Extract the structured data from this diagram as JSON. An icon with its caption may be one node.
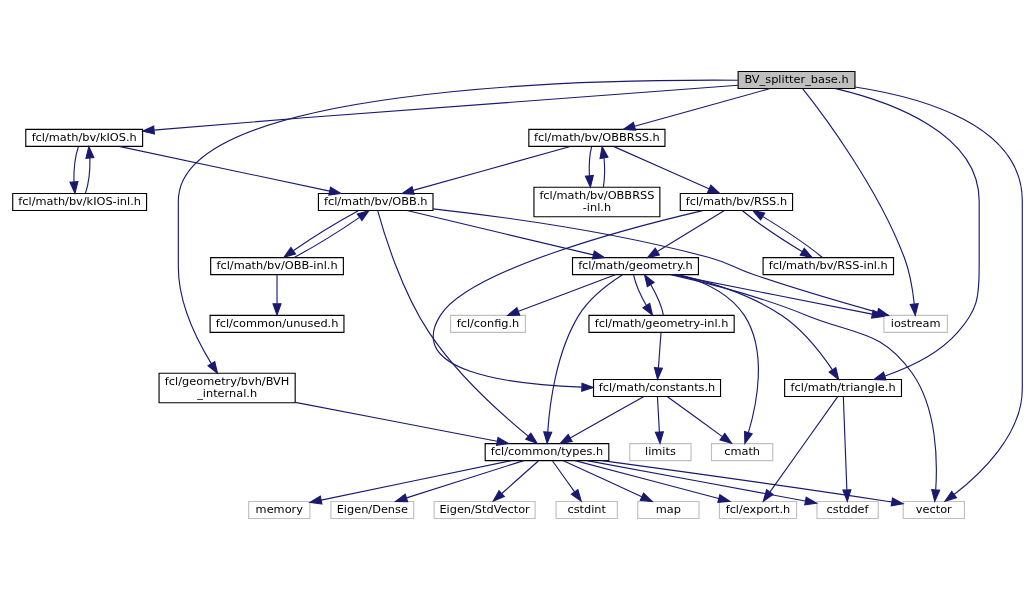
{
  "diagram": {
    "nodes": [
      {
        "text": [
          "BV_splitter_base.h"
        ]
      },
      {
        "text": [
          "fcl/math/bv/kIOS.h"
        ]
      },
      {
        "text": [
          "fcl/math/bv/OBBRSS.h"
        ]
      },
      {
        "text": [
          "fcl/math/bv/kIOS-inl.h"
        ]
      },
      {
        "text": [
          "fcl/math/bv/OBB.h"
        ]
      },
      {
        "text": [
          "fcl/math/bv/OBBRSS -inl.h"
        ]
      },
      {
        "text": [
          "fcl/math/bv/RSS.h"
        ]
      },
      {
        "text": [
          "fcl/math/bv/OBB-inl.h"
        ]
      },
      {
        "text": [
          "fcl/math/geometry.h"
        ]
      },
      {
        "text": [
          "fcl/math/bv/RSS-inl.h"
        ]
      },
      {
        "text": [
          "fcl/common/unused.h"
        ]
      },
      {
        "text": [
          "iostream"
        ]
      },
      {
        "text": [
          "fcl/config.h"
        ]
      },
      {
        "text": [
          "fcl/math/geometry-inl.h"
        ]
      },
      {
        "text": [
          "fcl/math/triangle.h"
        ]
      },
      {
        "text": [
          "fcl/geometry/bvh/BVH _internal.h"
        ]
      },
      {
        "text": [
          "fcl/math/constants.h"
        ]
      },
      {
        "text": [
          "fcl/common/types.h"
        ]
      },
      {
        "text": [
          "cmath"
        ]
      },
      {
        "text": [
          "limits"
        ]
      },
      {
        "text": [
          "cstddef"
        ]
      },
      {
        "text": [
          "fcl/export.h"
        ]
      },
      {
        "text": [
          "memory"
        ]
      },
      {
        "text": [
          "Eigen/Dense"
        ]
      },
      {
        "text": [
          "Eigen/StdVector"
        ]
      },
      {
        "text": [
          "cstdint"
        ]
      },
      {
        "text": [
          "map"
        ]
      },
      {
        "text": [
          "vector"
        ]
      }
    ],
    "edges": [
      {
        "from": 0,
        "to": 1,
        "arrow": "to"
      },
      {
        "from": 0,
        "to": 2,
        "arrow": "to"
      },
      {
        "from": 0,
        "to": 11,
        "arrow": "to"
      },
      {
        "from": 0,
        "to": 14,
        "arrow": "to"
      },
      {
        "from": 0,
        "to": 15,
        "arrow": "to"
      },
      {
        "from": 0,
        "to": 27,
        "arrow": "to"
      },
      {
        "from": 1,
        "to": 3,
        "arrow": "to"
      },
      {
        "from": 1,
        "to": 4,
        "arrow": "to"
      },
      {
        "from": 3,
        "to": 1,
        "arrow": "to"
      },
      {
        "from": 2,
        "to": 4,
        "arrow": "to"
      },
      {
        "from": 2,
        "to": 5,
        "arrow": "to"
      },
      {
        "from": 2,
        "to": 6,
        "arrow": "to"
      },
      {
        "from": 5,
        "to": 2,
        "arrow": "to"
      },
      {
        "from": 4,
        "to": 7,
        "arrow": "to"
      },
      {
        "from": 4,
        "to": 8,
        "arrow": "to"
      },
      {
        "from": 4,
        "to": 11,
        "arrow": "to"
      },
      {
        "from": 4,
        "to": 17,
        "arrow": "to"
      },
      {
        "from": 7,
        "to": 4,
        "arrow": "to"
      },
      {
        "from": 7,
        "to": 10,
        "arrow": "to"
      },
      {
        "from": 6,
        "to": 8,
        "arrow": "to"
      },
      {
        "from": 6,
        "to": 9,
        "arrow": "to"
      },
      {
        "from": 6,
        "to": 16,
        "arrow": "to"
      },
      {
        "from": 9,
        "to": 6,
        "arrow": "to"
      },
      {
        "from": 8,
        "to": 11,
        "arrow": "to"
      },
      {
        "from": 8,
        "to": 12,
        "arrow": "to"
      },
      {
        "from": 8,
        "to": 13,
        "arrow": "to"
      },
      {
        "from": 8,
        "to": 14,
        "arrow": "to"
      },
      {
        "from": 8,
        "to": 17,
        "arrow": "to"
      },
      {
        "from": 8,
        "to": 18,
        "arrow": "to"
      },
      {
        "from": 8,
        "to": 27,
        "arrow": "to"
      },
      {
        "from": 13,
        "to": 8,
        "arrow": "to"
      },
      {
        "from": 13,
        "to": 16,
        "arrow": "to"
      },
      {
        "from": 14,
        "to": 20,
        "arrow": "to"
      },
      {
        "from": 14,
        "to": 21,
        "arrow": "to"
      },
      {
        "from": 15,
        "to": 17,
        "arrow": "to"
      },
      {
        "from": 16,
        "to": 17,
        "arrow": "to"
      },
      {
        "from": 16,
        "to": 18,
        "arrow": "to"
      },
      {
        "from": 16,
        "to": 19,
        "arrow": "to"
      },
      {
        "from": 17,
        "to": 20,
        "arrow": "to"
      },
      {
        "from": 17,
        "to": 21,
        "arrow": "to"
      },
      {
        "from": 17,
        "to": 22,
        "arrow": "to"
      },
      {
        "from": 17,
        "to": 23,
        "arrow": "to"
      },
      {
        "from": 17,
        "to": 24,
        "arrow": "to"
      },
      {
        "from": 17,
        "to": 25,
        "arrow": "to"
      },
      {
        "from": 17,
        "to": 26,
        "arrow": "to"
      },
      {
        "from": 17,
        "to": 27,
        "arrow": "to"
      }
    ]
  }
}
